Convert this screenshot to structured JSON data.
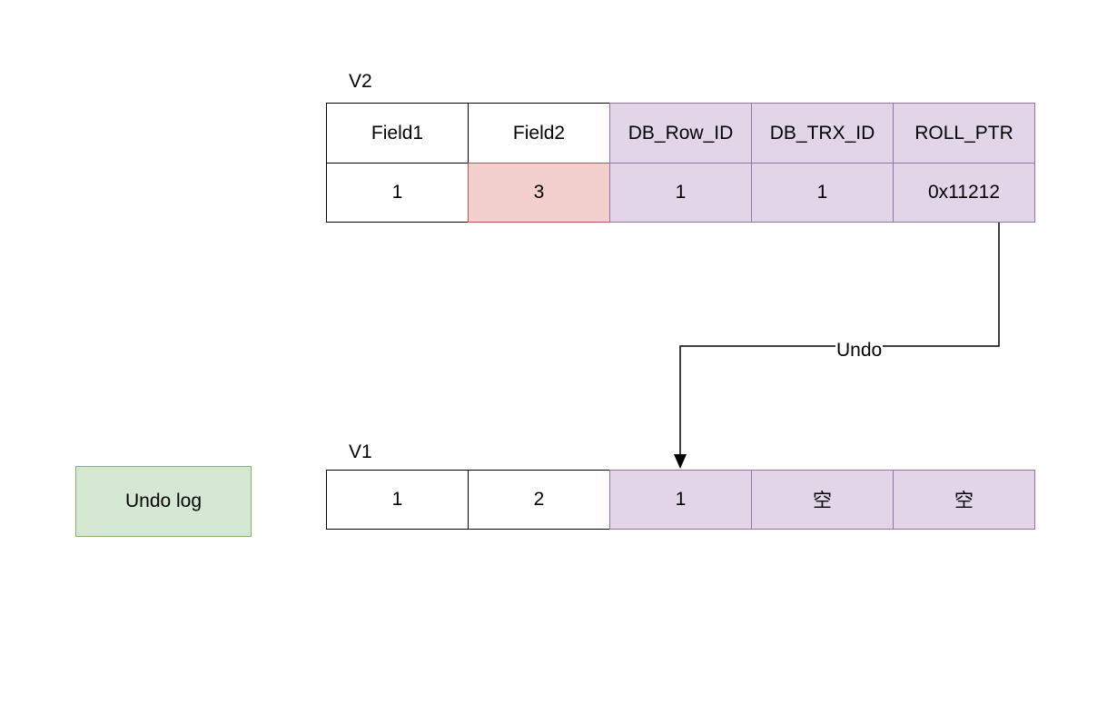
{
  "legend": {
    "label": "Undo log",
    "fill": "#d5e8d4",
    "stroke": "#82b366"
  },
  "v2": {
    "label": "V2",
    "headers": [
      "Field1",
      "Field2",
      "DB_Row_ID",
      "DB_TRX_ID",
      "ROLL_PTR"
    ],
    "values": [
      "1",
      "3",
      "1",
      "1",
      "0x11212"
    ]
  },
  "v1": {
    "label": "V1",
    "values": [
      "1",
      "2",
      "1",
      "空",
      "空"
    ]
  },
  "edge": {
    "label": "Undo"
  },
  "colors": {
    "plain_fill": "#ffffff",
    "plain_stroke": "#000000",
    "changed_fill": "#f3cfcd",
    "changed_stroke": "#b85450",
    "meta_fill": "#e1d5e7",
    "meta_stroke": "#9673a6"
  }
}
